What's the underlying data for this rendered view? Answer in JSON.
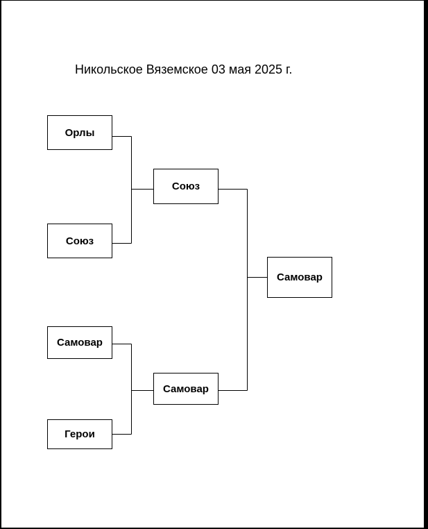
{
  "header": {
    "title": "Никольское Вяземское 03 мая 2025 г."
  },
  "bracket": {
    "round1": [
      "Орлы",
      "Союз",
      "Самовар",
      "Герои"
    ],
    "semifinal": [
      "Союз",
      "Самовар"
    ],
    "final": "Самовар"
  }
}
